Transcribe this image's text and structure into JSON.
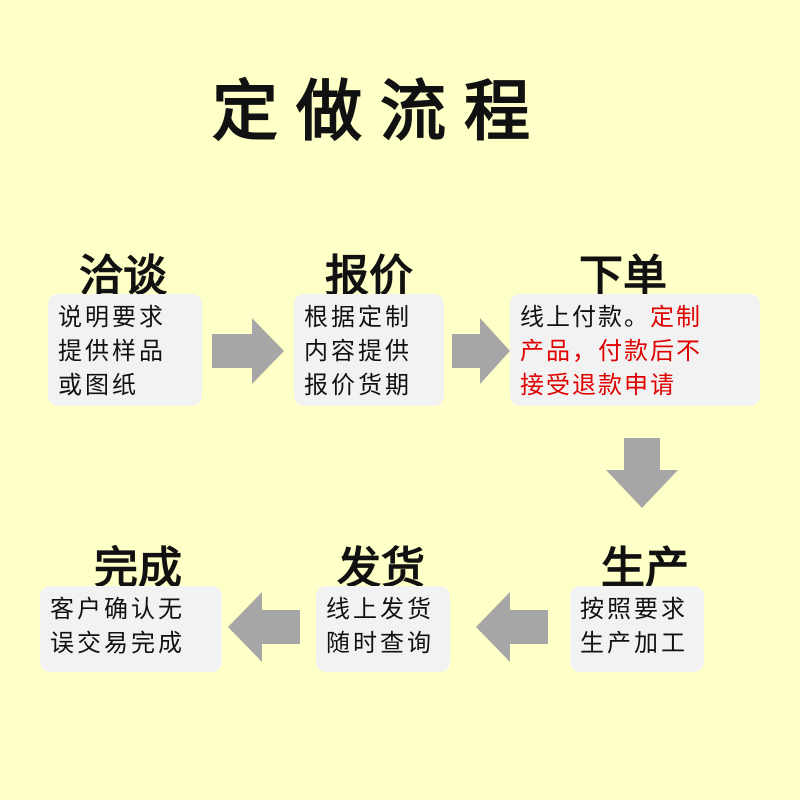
{
  "title": "定做流程",
  "steps": {
    "negotiate": {
      "title": "洽谈",
      "lines": [
        "说明要求",
        "提供样品",
        "或图纸"
      ]
    },
    "quote": {
      "title": "报价",
      "lines": [
        "根据定制",
        "内容提供",
        "报价货期"
      ]
    },
    "order": {
      "title": "下单",
      "line1_black": "线上付款。",
      "line1_red": "定制",
      "line2_red": "产品，付款后不",
      "line3_red": "接受退款申请"
    },
    "produce": {
      "title": "生产",
      "lines": [
        "按照要求",
        "生产加工"
      ]
    },
    "ship": {
      "title": "发货",
      "lines": [
        "线上发货",
        "随时查询"
      ]
    },
    "complete": {
      "title": "完成",
      "lines": [
        "客户确认无",
        "误交易完成"
      ]
    }
  },
  "colors": {
    "background": "#FFFFC8",
    "box": "#F2F2F2",
    "arrow": "#A6A6A6",
    "warning": "#E00000"
  }
}
